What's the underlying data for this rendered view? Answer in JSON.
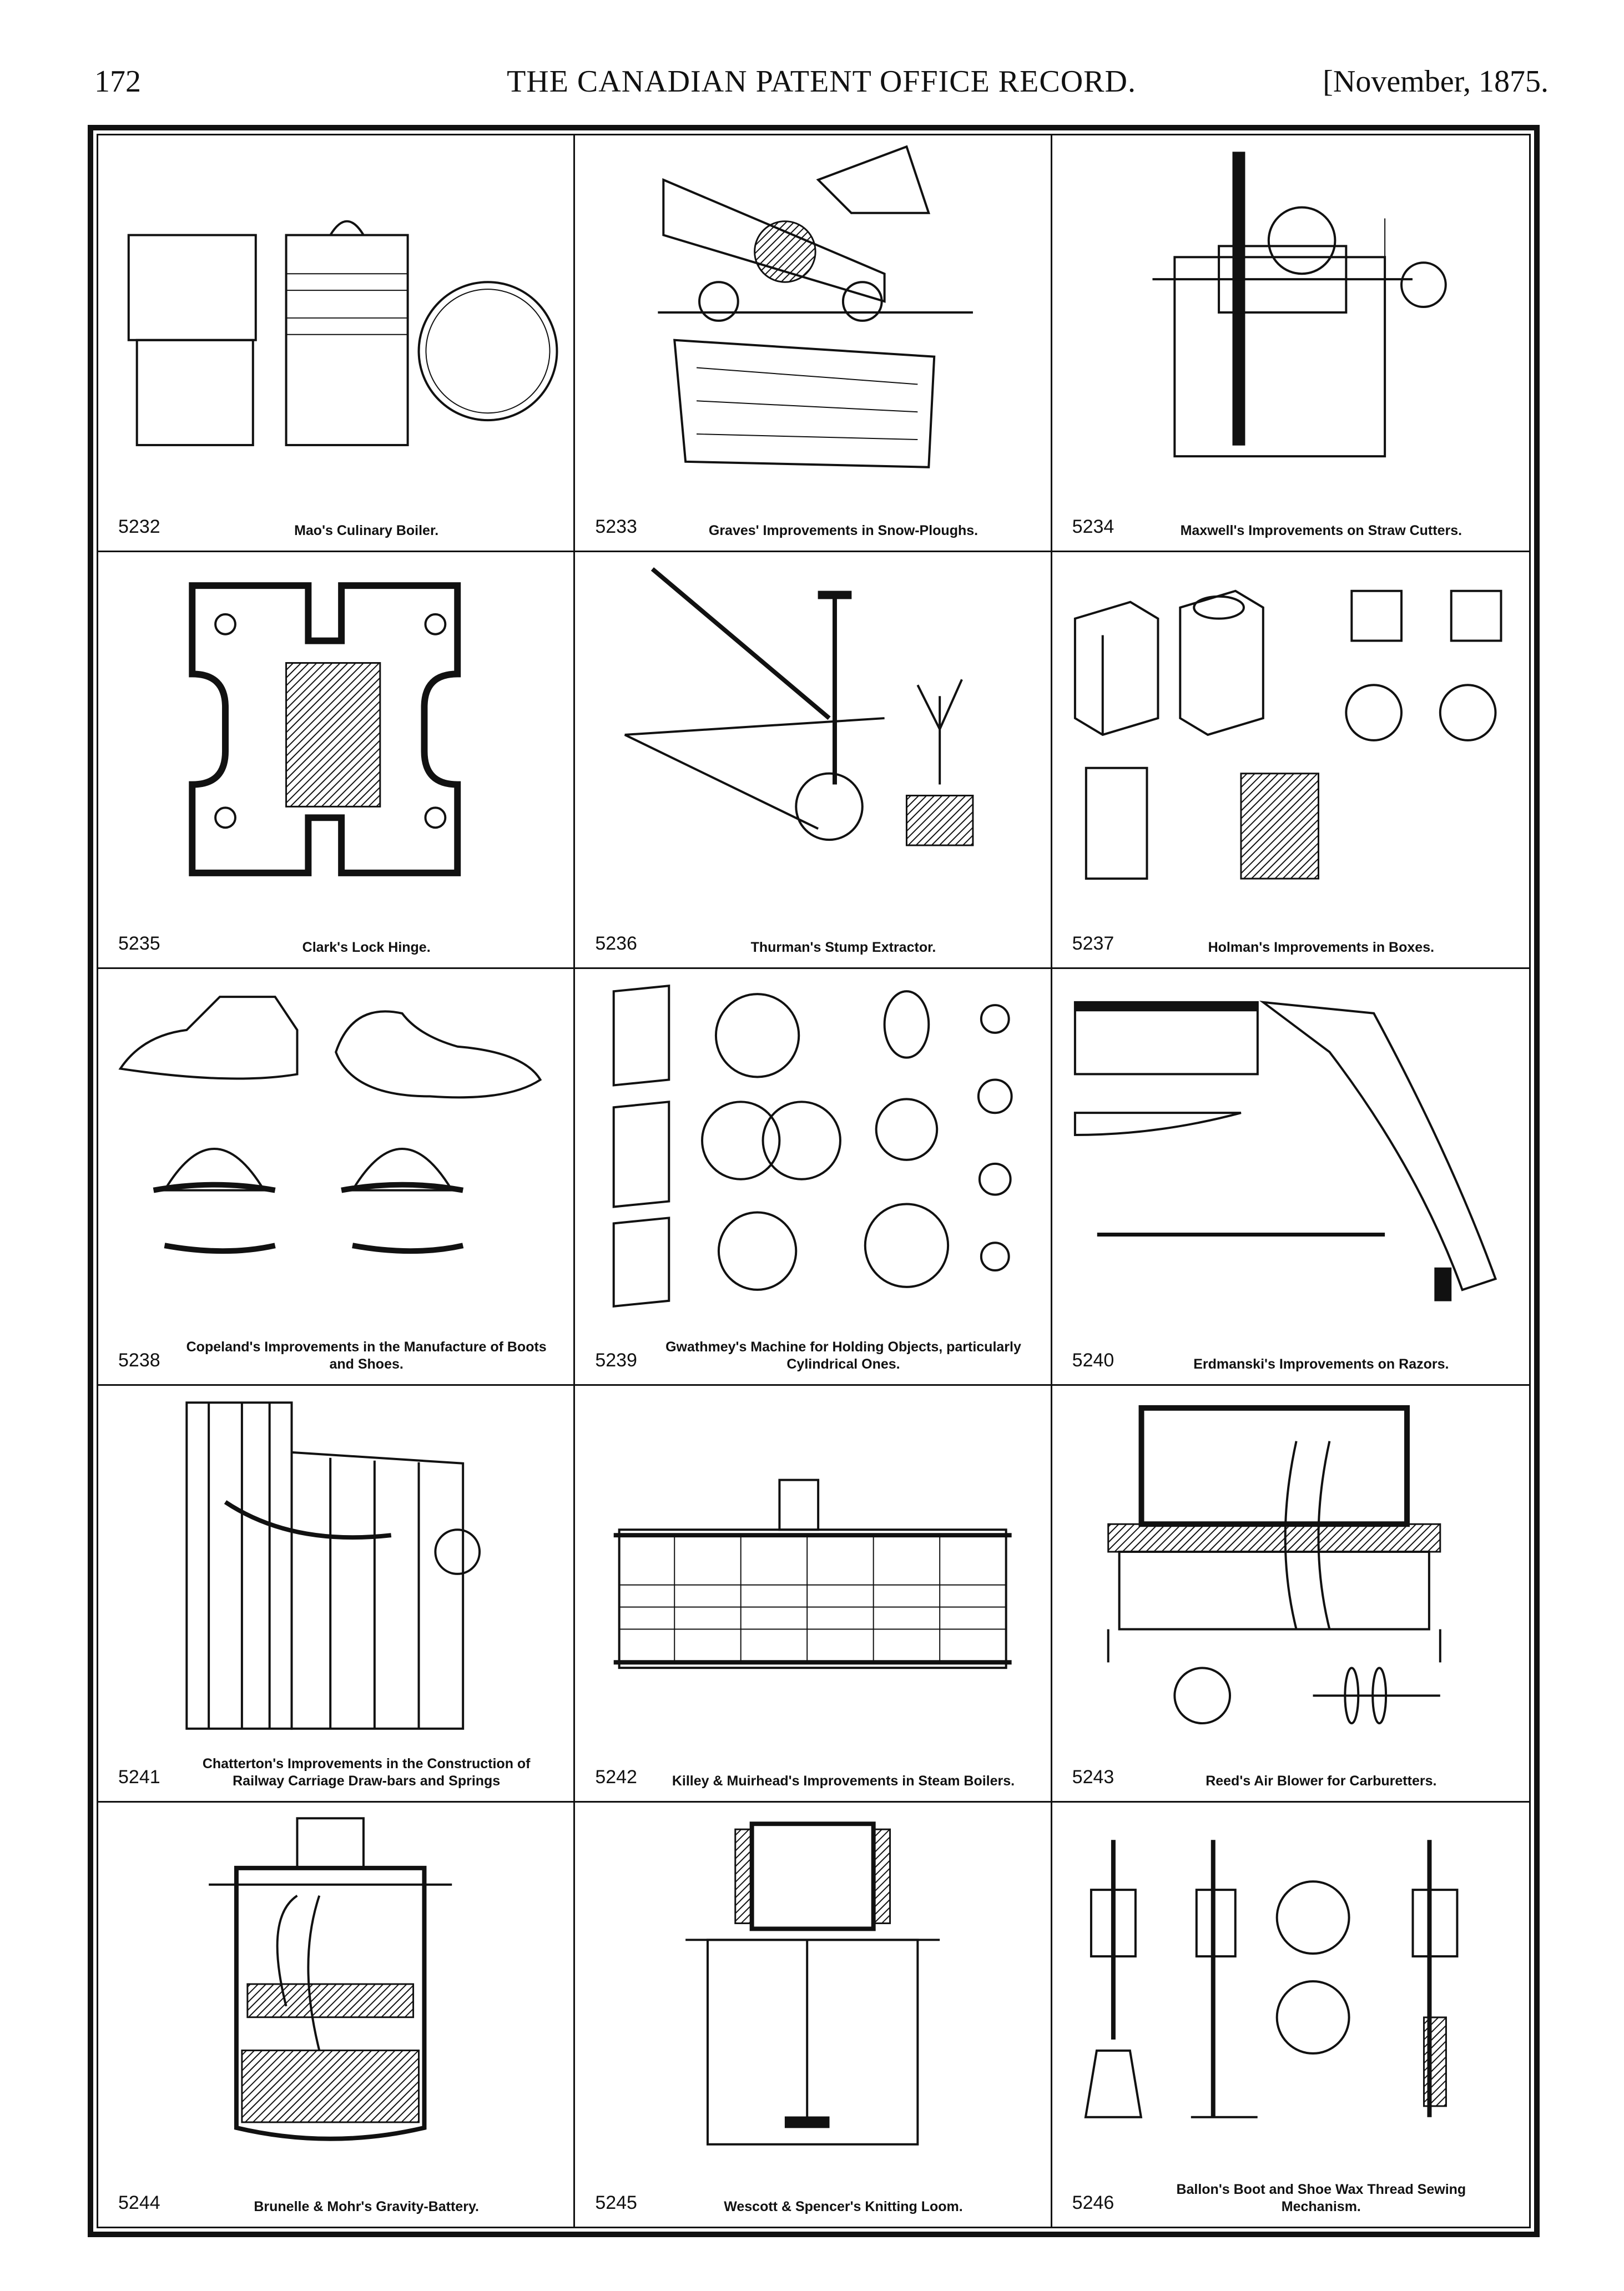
{
  "header": {
    "page_number": "172",
    "title": "THE CANADIAN PATENT OFFICE RECORD.",
    "date": "[November, 1875."
  },
  "patents": [
    {
      "number": "5232",
      "caption": "Mao's Culinary Boiler.",
      "figure": "culinary-boiler"
    },
    {
      "number": "5233",
      "caption": "Graves' Improvements in Snow-Ploughs.",
      "figure": "snow-plough"
    },
    {
      "number": "5234",
      "caption": "Maxwell's Improvements on Straw Cutters.",
      "figure": "straw-cutter"
    },
    {
      "number": "5235",
      "caption": "Clark's Lock Hinge.",
      "figure": "lock-hinge"
    },
    {
      "number": "5236",
      "caption": "Thurman's Stump Extractor.",
      "figure": "stump-extractor"
    },
    {
      "number": "5237",
      "caption": "Holman's Improvements in Boxes.",
      "figure": "boxes"
    },
    {
      "number": "5238",
      "caption": "Copeland's Improvements in the Manufacture of Boots and Shoes.",
      "figure": "boots-shoes"
    },
    {
      "number": "5239",
      "caption": "Gwathmey's Machine for Holding Objects, particularly Cylindrical Ones.",
      "figure": "holding-machine"
    },
    {
      "number": "5240",
      "caption": "Erdmanski's Improvements on Razors.",
      "figure": "razor"
    },
    {
      "number": "5241",
      "caption": "Chatterton's Improvements in the Construction of Railway Carriage Draw-bars and Springs",
      "figure": "draw-bars"
    },
    {
      "number": "5242",
      "caption": "Killey & Muirhead's Improvements in Steam Boilers.",
      "figure": "steam-boiler"
    },
    {
      "number": "5243",
      "caption": "Reed's Air Blower for Carburetters.",
      "figure": "air-blower"
    },
    {
      "number": "5244",
      "caption": "Brunelle & Mohr's Gravity-Battery.",
      "figure": "gravity-battery"
    },
    {
      "number": "5245",
      "caption": "Wescott & Spencer's Knitting Loom.",
      "figure": "knitting-loom"
    },
    {
      "number": "5246",
      "caption": "Ballon's Boot and Shoe Wax Thread Sewing Mechanism.",
      "figure": "sewing-mechanism"
    }
  ]
}
